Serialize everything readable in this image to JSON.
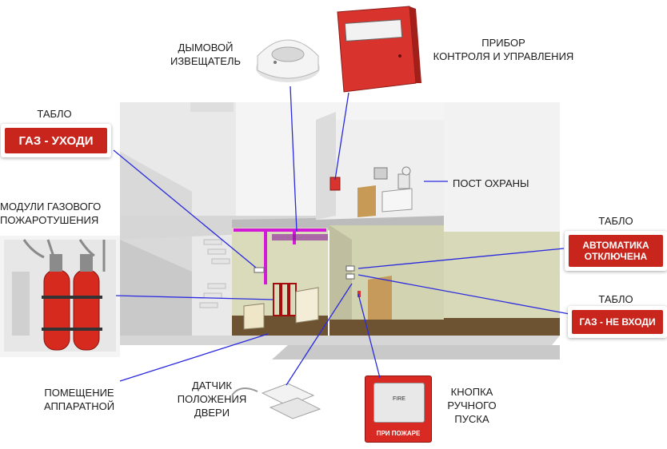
{
  "labels": {
    "smoke_detector": [
      "ДЫМОВОЙ",
      "ИЗВЕЩАТЕЛЬ"
    ],
    "control_device": [
      "ПРИБОР",
      "КОНТРОЛЯ И УПРАВЛЕНИЯ"
    ],
    "tablo_top_left": "ТАБЛО",
    "guard_post": "ПОСТ ОХРАНЫ",
    "gas_modules": [
      "МОДУЛИ ГАЗОВОГО",
      "ПОЖАРОТУШЕНИЯ"
    ],
    "tablo_right_1": "ТАБЛО",
    "tablo_right_2": "ТАБЛО",
    "equipment_room": [
      "ПОМЕЩЕНИЕ",
      "АППАРАТНОЙ"
    ],
    "door_sensor": [
      "ДАТЧИК",
      "ПОЛОЖЕНИЯ",
      "ДВЕРИ"
    ],
    "manual_button": [
      "КНОПКА",
      "РУЧНОГО",
      "ПУСКА"
    ]
  },
  "panels": {
    "gas_leave": "ГАЗ - УХОДИ",
    "auto_off": [
      "АВТОМАТИКА",
      "ОТКЛЮЧЕНА"
    ],
    "gas_no_enter": "ГАЗ - НЕ ВХОДИ"
  },
  "button_text": {
    "fire": "FIRE",
    "bottom": "ПРИ ПОЖАРЕ"
  },
  "colors": {
    "leader_line": "#2a2ae0",
    "sign_red": "#c8261d",
    "pipe_magenta": "#d21ad8",
    "control_red": "#d8332c"
  }
}
